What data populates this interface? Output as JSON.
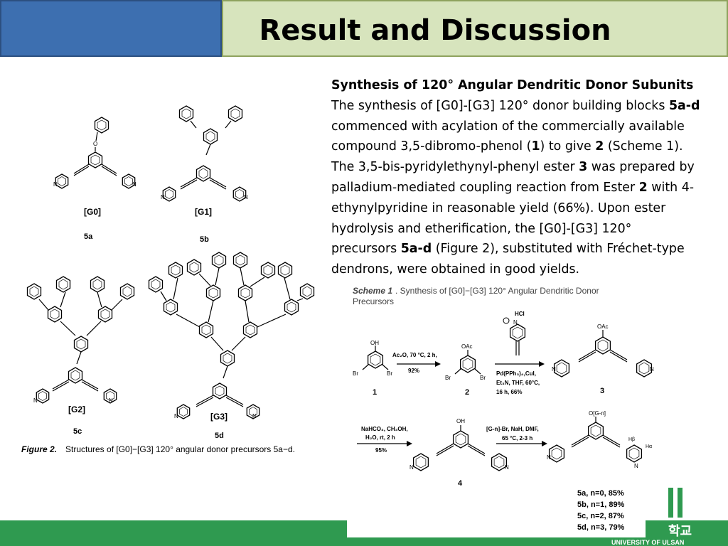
{
  "slide": {
    "title": "Result and Discussion"
  },
  "text": {
    "heading": "Synthesis of 120° Angular Dendritic Donor Subunits",
    "p1": "The synthesis of [G0]-[G3] 120° donor building blocks ",
    "p1b": "5a-d",
    "p2": " commenced with acylation of the commercially available compound 3,5-dibromo-phenol (",
    "p2b": "1",
    "p3": ") to give ",
    "p3b": "2",
    "p4": " (Scheme 1). The 3,5-bis-pyridylethynyl-phenyl ester ",
    "p4b": "3",
    "p5": " was prepared by palladium-mediated coupling reaction from Ester ",
    "p5b": "2",
    "p6": " with 4-ethynylpyridine in reasonable yield (66%). Upon ester hydrolysis and etherification, the [G0]-[G3] 120° precursors ",
    "p6b": "5a-d",
    "p7": " (Figure 2), substituted with Fréchet-type dendrons, were obtained in good yields."
  },
  "figure2": {
    "labels": {
      "g0": "[G0]",
      "g1": "[G1]",
      "g2": "[G2]",
      "g3": "[G3]",
      "c0": "5a",
      "c1": "5b",
      "c2": "5c",
      "c3": "5d"
    },
    "caption_label": "Figure 2.",
    "caption_text": "Structures of [G0]−[G3] 120° angular donor precursors 5a−d."
  },
  "scheme1": {
    "caption_label": "Scheme 1",
    "caption_text": ". Synthesis of [G0]−[G3] 120° Angular Dendritic Donor",
    "caption_text2": "Precursors",
    "step1_reagent": "Ac₂O, 70 °C, 2 h,",
    "step1_yield": "92%",
    "step2_reagent_top": "HCl",
    "step2_reagent1": "Pd(PPh₃)₄,CuI,",
    "step2_reagent2": "Et₃N, THF, 60°C,",
    "step2_reagent3": "16 h, 66%",
    "step3_reagent1": "NaHCO₃, CH₃OH,",
    "step3_reagent2": "H₂O,  rt, 2 h",
    "step3_yield": "95%",
    "step4_reagent1": "[G-n]-Br, NaH, DMF,",
    "step4_reagent2": "65 °C, 2-3 h",
    "cmp1": "1",
    "cmp2": "2",
    "cmp3": "3",
    "cmp4": "4",
    "oh": "OH",
    "oac": "OAc",
    "br": "Br",
    "n": "N",
    "og": "O[G-n]",
    "hb": "Hβ",
    "ha": "Hα",
    "yields": [
      "5a,  n=0,  85%",
      "5b,  n=1,  89%",
      "5c,  n=2,  87%",
      "5d,  n=3,  79%"
    ]
  },
  "footer": {
    "university": "UNIVERSITY OF ULSAN",
    "korean": "학교"
  }
}
